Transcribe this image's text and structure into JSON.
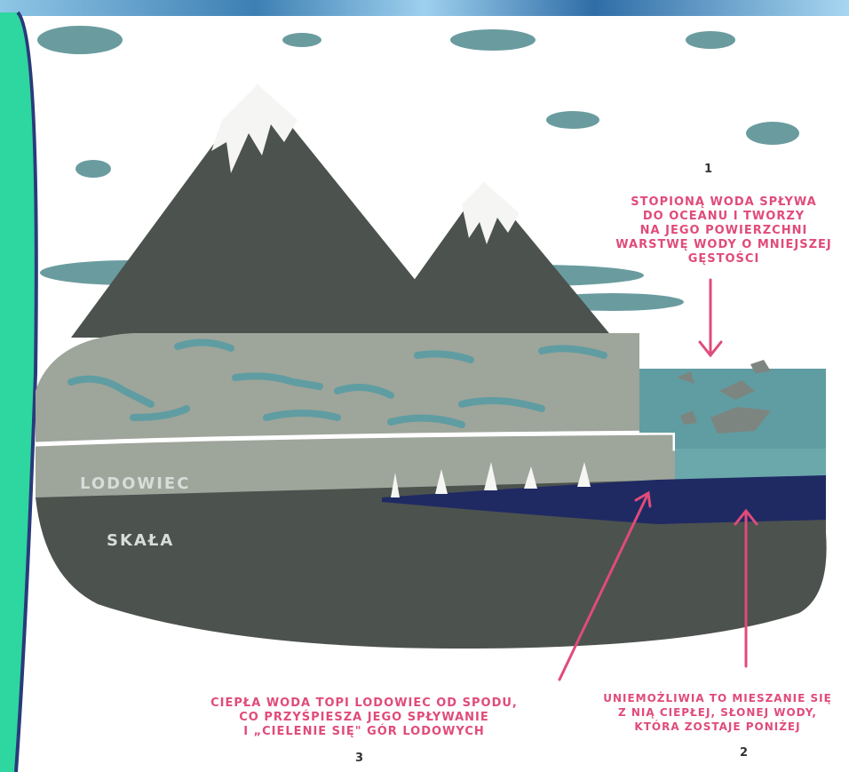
{
  "labels": {
    "lodowiec": "LODOWIEC",
    "skala": "SKAŁA"
  },
  "callouts": [
    {
      "number": "1",
      "lines": [
        "STOPIONĄ WODA SPŁYWA",
        "DO OCEANU I TWORZY",
        "NA JEGO POWIERZCHNI",
        "WARSTWĘ WODY O MNIEJSZEJ",
        "GĘSTOŚCI"
      ]
    },
    {
      "number": "2",
      "lines": [
        "UNIEMOŻLIWIA TO MIESZANIE SIĘ",
        "Z NIĄ CIEPŁEJ, SŁONEJ WODY,",
        "KTÓRA ZOSTAJE PONIŻEJ"
      ]
    },
    {
      "number": "3",
      "lines": [
        "CIEPŁA WODA TOPI LODOWIEC OD SPODU,",
        "CO PRZYŚPIESZA JEGO SPŁYWANIE",
        "I „CIELENIE SIĘ\" GÓR LODOWYCH"
      ]
    }
  ],
  "colors": {
    "rock": "#4c524e",
    "glacier": "#9ea59a",
    "ocean_surface": "#5f9da2",
    "warm_water": "#1f2a63",
    "accent": "#e04b7a",
    "side_panel": "#2ed6a0",
    "panel_border": "#2a3a7a"
  }
}
